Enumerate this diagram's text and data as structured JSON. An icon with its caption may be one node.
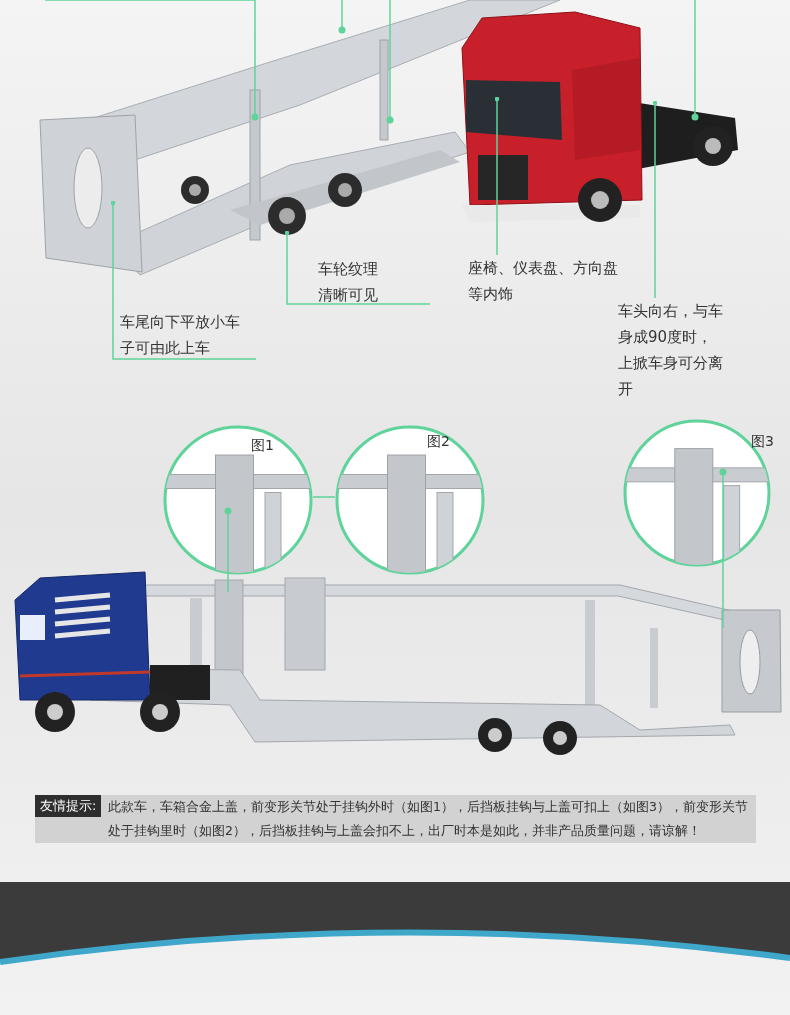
{
  "diagram": {
    "nodes": [
      {
        "text": [
          "车轮纹理清晰可见"
        ]
      },
      {
        "text": [
          "座椅、仪表盘、方向盘等内饰"
        ]
      },
      {
        "text": [
          "车头向右，与车身成90度时，上掀车身可分离开"
        ]
      },
      {
        "text": [
          "车尾向下平放小车子可由此上车"
        ]
      },
      {
        "text": [
          "图1"
        ]
      },
      {
        "text": [
          "图2"
        ]
      },
      {
        "text": [
          "图3"
        ]
      },
      {
        "text": [
          "友情提示:",
          "此款车，车箱合金上盖，前变形关节处于挂钩外时（如图1），后挡板挂钩与上盖可扣上（如图3），前变形关节处于挂钩里时（如图2），后挡板挂钩与上盖会扣不上，出厂时本是如此，并非产品质量问题，请谅解！"
        ]
      }
    ],
    "edges": [
      {
        "from": 0,
        "to": null,
        "arrow": "other"
      },
      {
        "from": 1,
        "to": null,
        "arrow": "other"
      },
      {
        "from": 2,
        "to": null,
        "arrow": "other"
      },
      {
        "from": 3,
        "to": null,
        "arrow": "other"
      },
      {
        "from": 4,
        "to": 5,
        "arrow": "none"
      },
      {
        "from": 4,
        "to": null,
        "arrow": "none"
      },
      {
        "from": 6,
        "to": null,
        "arrow": "none"
      }
    ]
  }
}
